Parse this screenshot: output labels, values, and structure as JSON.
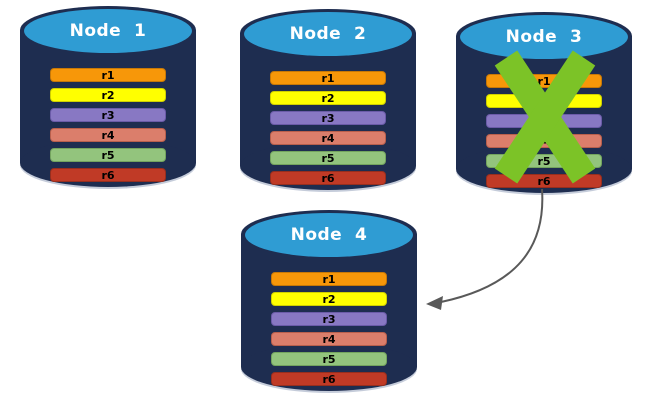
{
  "nodes": [
    {
      "label": "Node  1"
    },
    {
      "label": "Node  2"
    },
    {
      "label": "Node  3"
    },
    {
      "label": "Node  4"
    }
  ],
  "replicas": [
    {
      "label": "r1",
      "fill": "#F79709",
      "border": "#C77807"
    },
    {
      "label": "r2",
      "fill": "#FFFF00",
      "border": "#CFCF00"
    },
    {
      "label": "r3",
      "fill": "#8878C3",
      "border": "#6B5BA8"
    },
    {
      "label": "r4",
      "fill": "#DB7E6B",
      "border": "#B85F4C"
    },
    {
      "label": "r5",
      "fill": "#93C47D",
      "border": "#73A45E"
    },
    {
      "label": "r6",
      "fill": "#C03A26",
      "border": "#962E1E"
    }
  ],
  "colors": {
    "cylinder_body": "#1E2D50",
    "cylinder_top": "#2F9CD3",
    "fail_x": "#7CC327",
    "arrow": "#595959"
  },
  "failure": {
    "failed_node": "Node  3",
    "icon": "x-mark"
  }
}
